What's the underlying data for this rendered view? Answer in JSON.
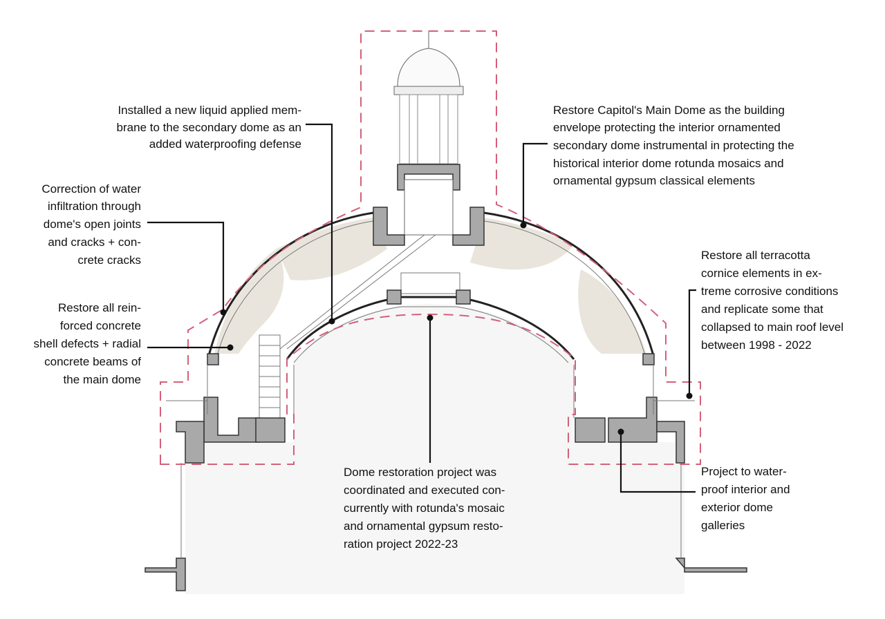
{
  "annotations": {
    "membrane": [
      "Installed a new liquid applied mem-",
      "brane to the secondary dome as an",
      "added waterproofing defense"
    ],
    "water_infiltration": [
      "Correction of water",
      "infiltration through",
      "dome's open joints",
      "and cracks + con-",
      "crete cracks"
    ],
    "concrete_shell": [
      "Restore all rein-",
      "forced concrete",
      "shell defects + radial",
      "concrete beams of",
      "the main dome"
    ],
    "main_dome": [
      "Restore Capitol's Main Dome as the building",
      "envelope protecting the interior ornamented",
      "secondary dome instrumental in protecting the",
      "historical interior dome rotunda mosaics and",
      "ornamental gypsum classical elements"
    ],
    "terracotta": [
      "Restore all terracotta",
      "cornice elements in ex-",
      "treme corrosive conditions",
      "and replicate some that",
      "collapsed to main roof level",
      "between 1998 - 2022"
    ],
    "rotunda": [
      "Dome restoration project was",
      "coordinated and executed con-",
      "currently with rotunda's mosaic",
      "and ornamental gypsum resto-",
      "ration project 2022-23"
    ],
    "galleries": [
      "Project to water-",
      "proof interior and",
      "exterior dome",
      "galleries"
    ]
  },
  "colors": {
    "boundary": "#d2607a",
    "section_fill": "#a9a9a9",
    "concrete": "#e9e5dc"
  }
}
